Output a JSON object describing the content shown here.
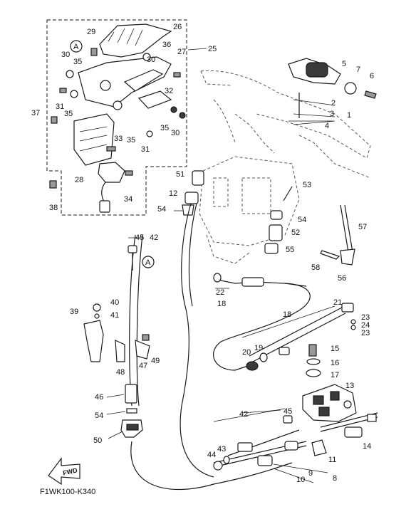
{
  "drawing": {
    "code": "F1WK100-K340",
    "forward_label": "FWD",
    "callout_a": "A"
  },
  "labels": [
    {
      "id": "l1",
      "text": "1"
    },
    {
      "id": "l2",
      "text": "2"
    },
    {
      "id": "l3",
      "text": "3"
    },
    {
      "id": "l4",
      "text": "4"
    },
    {
      "id": "l5",
      "text": "5"
    },
    {
      "id": "l6",
      "text": "6"
    },
    {
      "id": "l7",
      "text": "7"
    },
    {
      "id": "l8",
      "text": "8"
    },
    {
      "id": "l9",
      "text": "9"
    },
    {
      "id": "l10",
      "text": "10"
    },
    {
      "id": "l11",
      "text": "11"
    },
    {
      "id": "l12",
      "text": "12"
    },
    {
      "id": "l13",
      "text": "13"
    },
    {
      "id": "l14",
      "text": "14"
    },
    {
      "id": "l15",
      "text": "15"
    },
    {
      "id": "l16",
      "text": "16"
    },
    {
      "id": "l17",
      "text": "17"
    },
    {
      "id": "l18",
      "text": "18"
    },
    {
      "id": "l18b",
      "text": "18"
    },
    {
      "id": "l19",
      "text": "19"
    },
    {
      "id": "l20",
      "text": "20"
    },
    {
      "id": "l21",
      "text": "21"
    },
    {
      "id": "l22",
      "text": "22"
    },
    {
      "id": "l23a",
      "text": "23"
    },
    {
      "id": "l23b",
      "text": "23"
    },
    {
      "id": "l24",
      "text": "24"
    },
    {
      "id": "l25",
      "text": "25"
    },
    {
      "id": "l26",
      "text": "26"
    },
    {
      "id": "l27",
      "text": "27"
    },
    {
      "id": "l28",
      "text": "28"
    },
    {
      "id": "l29",
      "text": "29"
    },
    {
      "id": "l30a",
      "text": "30"
    },
    {
      "id": "l30b",
      "text": "30"
    },
    {
      "id": "l30c",
      "text": "30"
    },
    {
      "id": "l31a",
      "text": "31"
    },
    {
      "id": "l31b",
      "text": "31"
    },
    {
      "id": "l32",
      "text": "32"
    },
    {
      "id": "l33",
      "text": "33"
    },
    {
      "id": "l34",
      "text": "34"
    },
    {
      "id": "l35a",
      "text": "35"
    },
    {
      "id": "l35b",
      "text": "35"
    },
    {
      "id": "l35c",
      "text": "35"
    },
    {
      "id": "l35d",
      "text": "35"
    },
    {
      "id": "l36",
      "text": "36"
    },
    {
      "id": "l37",
      "text": "37"
    },
    {
      "id": "l38",
      "text": "38"
    },
    {
      "id": "l39",
      "text": "39"
    },
    {
      "id": "l40",
      "text": "40"
    },
    {
      "id": "l41",
      "text": "41"
    },
    {
      "id": "l42a",
      "text": "42"
    },
    {
      "id": "l42b",
      "text": "42"
    },
    {
      "id": "l45a",
      "text": "45"
    },
    {
      "id": "l45b",
      "text": "45"
    },
    {
      "id": "l43",
      "text": "43"
    },
    {
      "id": "l44",
      "text": "44"
    },
    {
      "id": "l46",
      "text": "46"
    },
    {
      "id": "l47",
      "text": "47"
    },
    {
      "id": "l48",
      "text": "48"
    },
    {
      "id": "l49",
      "text": "49"
    },
    {
      "id": "l50",
      "text": "50"
    },
    {
      "id": "l51",
      "text": "51"
    },
    {
      "id": "l52",
      "text": "52"
    },
    {
      "id": "l53",
      "text": "53"
    },
    {
      "id": "l54a",
      "text": "54"
    },
    {
      "id": "l54b",
      "text": "54"
    },
    {
      "id": "l54c",
      "text": "54"
    },
    {
      "id": "l55",
      "text": "55"
    },
    {
      "id": "l56",
      "text": "56"
    },
    {
      "id": "l57",
      "text": "57"
    },
    {
      "id": "l58",
      "text": "58"
    }
  ]
}
